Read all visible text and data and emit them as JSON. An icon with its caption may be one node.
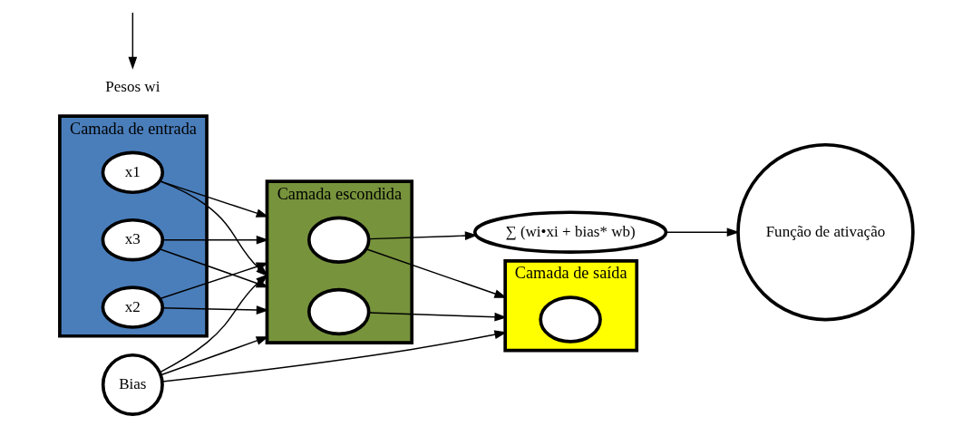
{
  "diagram": {
    "nodes": [
      {
        "text": [
          "Camada de entrada"
        ]
      },
      {
        "text": [
          "x1"
        ],
        "in": 0
      },
      {
        "text": [
          "x2"
        ],
        "in": 0
      },
      {
        "text": [
          "x3"
        ],
        "in": 0
      },
      {
        "text": [
          "Camada escondida"
        ]
      },
      {
        "text": [],
        "shape": "circle",
        "in": 4
      },
      {
        "text": [],
        "shape": "circle",
        "in": 4
      },
      {
        "text": [
          "Camada de saída"
        ]
      },
      {
        "text": [],
        "shape": "circle",
        "in": 7
      },
      {
        "text": [
          "Bias"
        ]
      },
      {
        "text": [
          "Pesos wi"
        ]
      },
      {
        "text": [
          "∑ (wi•xi + bias* wb)"
        ]
      },
      {
        "text": [
          "Função de ativação"
        ]
      }
    ],
    "edges": [
      {
        "from": 1,
        "to": 4,
        "arrow": "to"
      },
      {
        "from": 1,
        "to": 4,
        "arrow": "to"
      },
      {
        "from": 2,
        "to": 4,
        "arrow": "to"
      },
      {
        "from": 2,
        "to": 4,
        "arrow": "to"
      },
      {
        "from": 3,
        "to": 4,
        "arrow": "to"
      },
      {
        "from": 3,
        "to": 4,
        "arrow": "to"
      },
      {
        "from": 9,
        "to": 4,
        "arrow": "to"
      },
      {
        "from": 9,
        "to": 4,
        "arrow": "to"
      },
      {
        "from": 9,
        "to": 7,
        "arrow": "to"
      },
      {
        "from": 5,
        "to": 7,
        "arrow": "to"
      },
      {
        "from": 6,
        "to": 7,
        "arrow": "to"
      },
      {
        "from": null,
        "to": 10,
        "arrow": "to"
      },
      {
        "from": 5,
        "to": 11,
        "arrow": "to"
      },
      {
        "from": 11,
        "to": 12,
        "arrow": "to"
      }
    ]
  }
}
